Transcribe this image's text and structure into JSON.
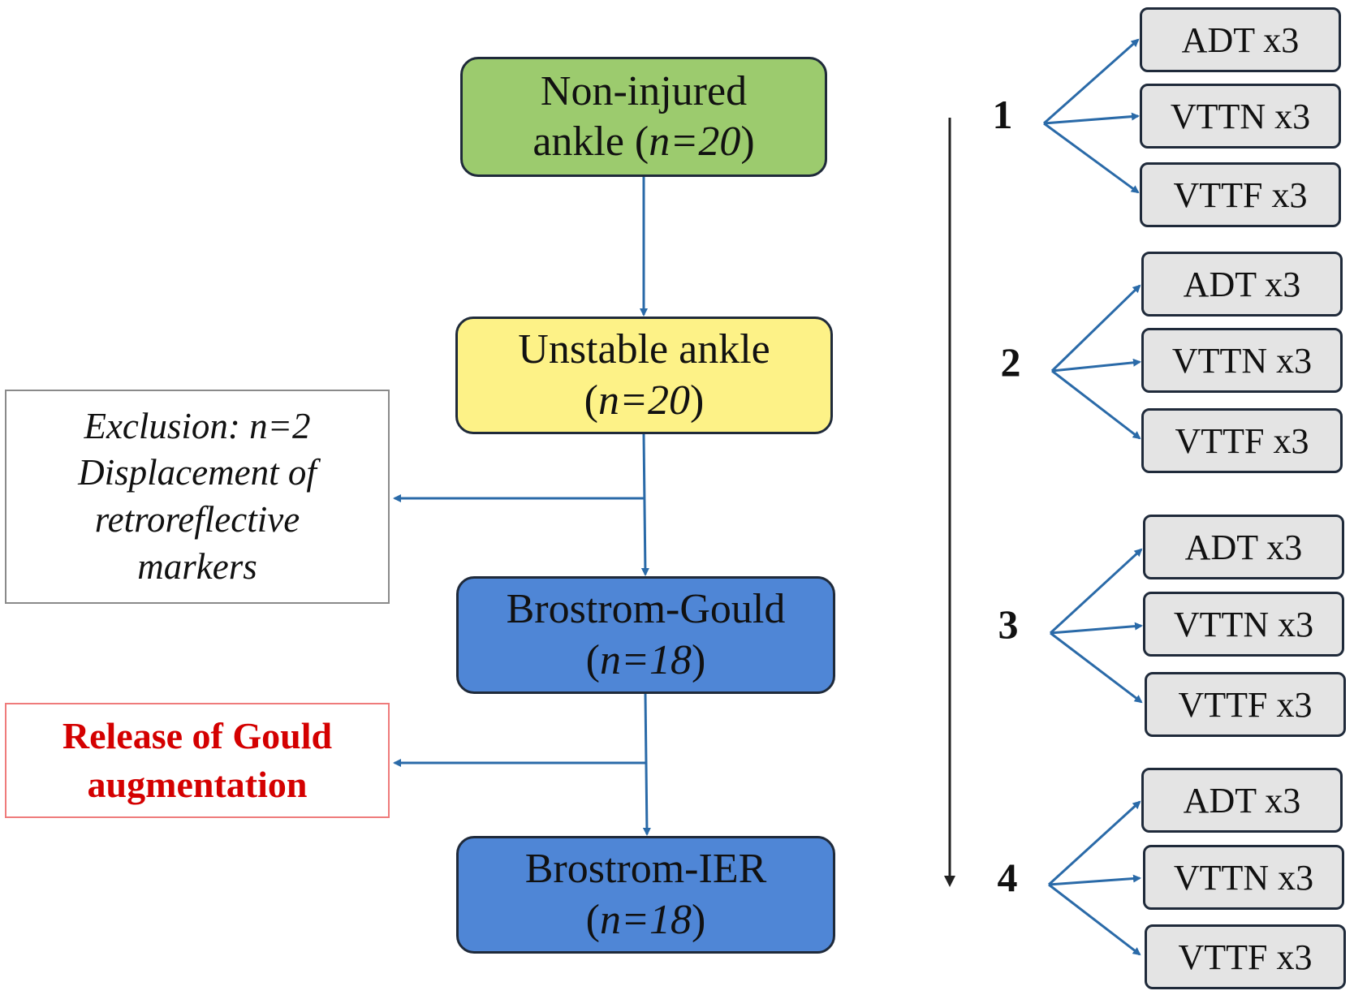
{
  "flow": {
    "non_injured": {
      "line1": "Non-injured",
      "line2_prefix": "ankle (",
      "n": "n=20",
      "suffix": ")"
    },
    "unstable": {
      "line1": "Unstable ankle",
      "prefix": "(",
      "n": "n=20",
      "suffix": ")"
    },
    "brostrom_gould": {
      "line1": "Brostrom-Gould",
      "prefix": "(",
      "n": "n=18",
      "suffix": ")"
    },
    "brostrom_ier": {
      "line1": "Brostrom-IER",
      "prefix": "(",
      "n": "n=18",
      "suffix": ")"
    }
  },
  "exclusion": {
    "lines": [
      "Exclusion: n=2",
      "Displacement of",
      "retroreflective",
      "markers"
    ]
  },
  "release": {
    "lines": [
      "Release of Gould",
      "augmentation"
    ]
  },
  "steps": [
    {
      "number": "1",
      "tests": [
        "ADT x3",
        "VTTN x3",
        "VTTF x3"
      ]
    },
    {
      "number": "2",
      "tests": [
        "ADT x3",
        "VTTN x3",
        "VTTF x3"
      ]
    },
    {
      "number": "3",
      "tests": [
        "ADT x3",
        "VTTN x3",
        "VTTF x3"
      ]
    },
    {
      "number": "4",
      "tests": [
        "ADT x3",
        "VTTN x3",
        "VTTF x3"
      ]
    }
  ],
  "colors": {
    "non_injured": "#9ccb6e",
    "unstable": "#fdf287",
    "surgery": "#4f86d6",
    "test_box": "#e4e4e4",
    "arrow": "#2a6aa8",
    "release_text": "#d40000"
  }
}
